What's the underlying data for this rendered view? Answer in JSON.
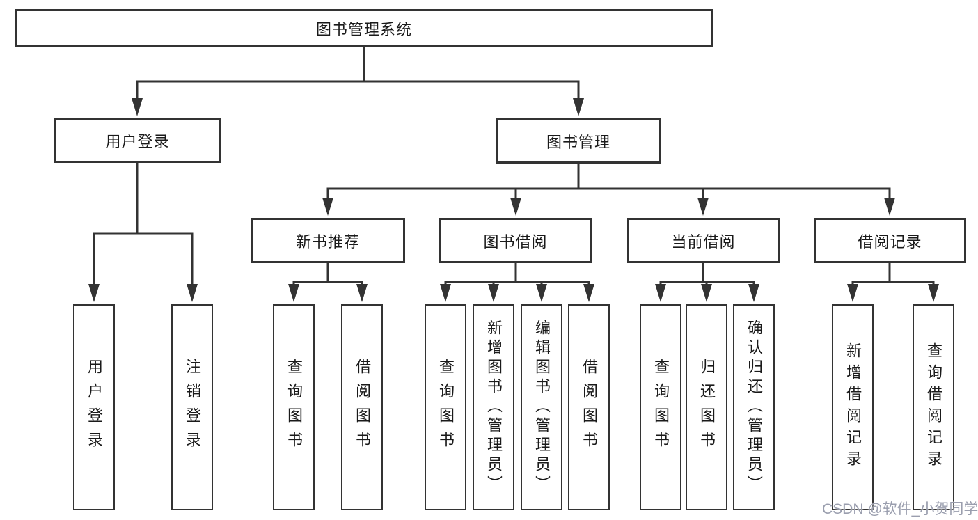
{
  "title": {
    "label": "图书管理系统"
  },
  "branches": {
    "user_login": {
      "label": "用户登录",
      "leaves": [
        "用户登录",
        "注销登录"
      ]
    },
    "book_mgmt": {
      "label": "图书管理"
    },
    "new_book_rec": {
      "label": "新书推荐",
      "leaves": [
        "查询图书",
        "借阅图书"
      ]
    },
    "book_borrow": {
      "label": "图书借阅",
      "leaves": [
        "查询图书",
        "新增图书（管理员）",
        "编辑图书（管理员）",
        "借阅图书"
      ]
    },
    "current_borrow": {
      "label": "当前借阅",
      "leaves": [
        "查询图书",
        "归还图书",
        "确认归还（管理员）"
      ]
    },
    "borrow_record": {
      "label": "借阅记录",
      "leaves": [
        "新增借阅记录",
        "查询借阅记录"
      ]
    }
  },
  "watermark": {
    "text": "CSDN @软件_小贺同学"
  },
  "colors": {
    "line": "#333333",
    "text": "#1a1a1a",
    "background": "#ffffff",
    "watermark": "#9a9eae"
  }
}
